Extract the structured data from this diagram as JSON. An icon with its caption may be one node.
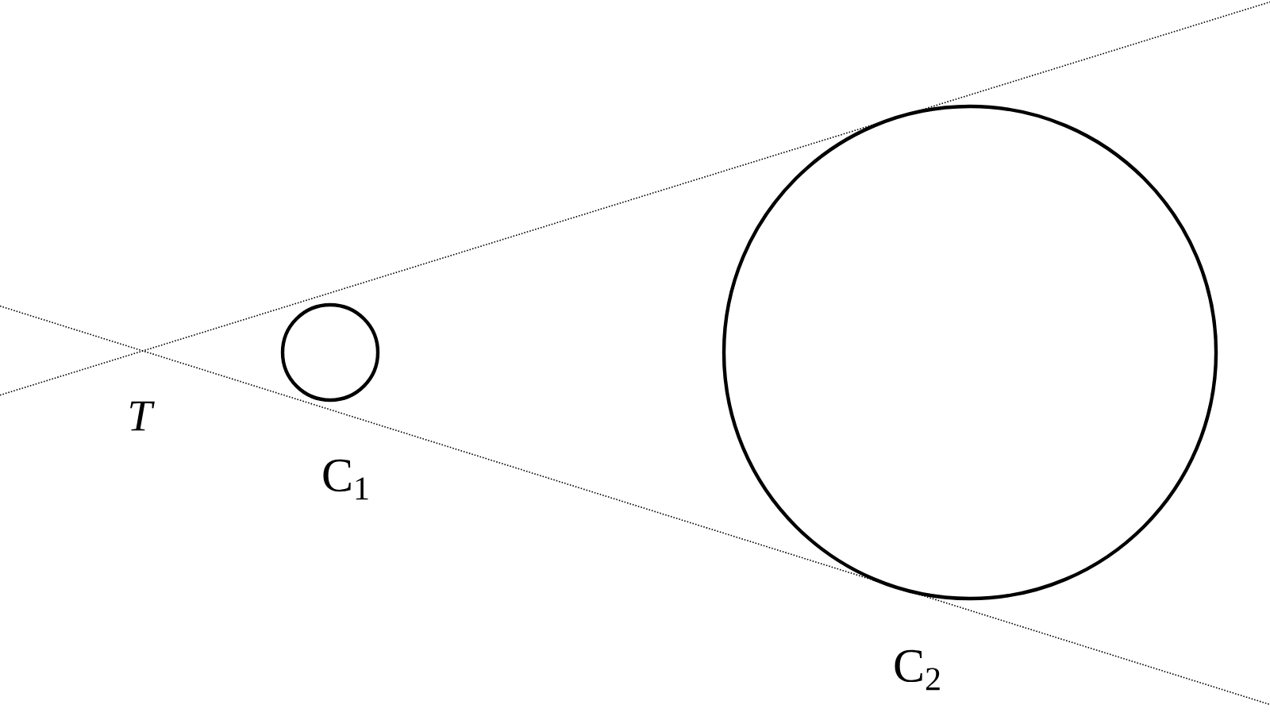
{
  "diagram": {
    "nodes": [
      {
        "text": [],
        "shape": "circle",
        "beside": [
          "C$_{1}$"
        ]
      },
      {
        "text": [],
        "shape": "circle",
        "beside": [
          "C$_{2}$"
        ]
      }
    ],
    "labels": [
      "T"
    ]
  }
}
